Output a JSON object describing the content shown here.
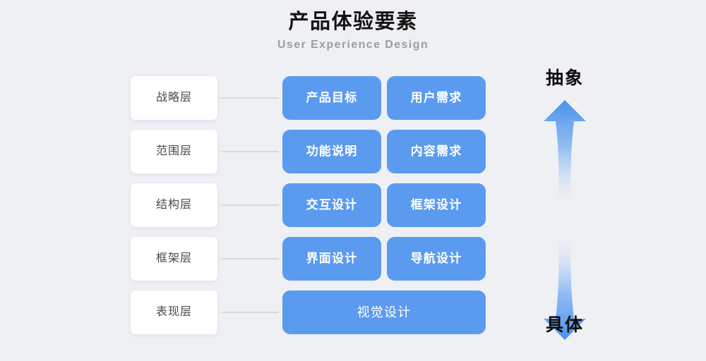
{
  "header": {
    "title": "产品体验要素",
    "subtitle": "User Experience Design"
  },
  "colors": {
    "background": "#eef0f4",
    "card_blue": "#5b9bef",
    "label_card": "#ffffff",
    "label_text": "#4a4a4d",
    "connector": "#d6d9de",
    "title_text": "#141414",
    "subtitle_text": "#9b9da2",
    "axis_text": "#0d0d0d"
  },
  "diagram": {
    "rows": [
      {
        "layer": "战略层",
        "cards": [
          "产品目标",
          "用户需求"
        ]
      },
      {
        "layer": "范围层",
        "cards": [
          "功能说明",
          "内容需求"
        ]
      },
      {
        "layer": "结构层",
        "cards": [
          "交互设计",
          "框架设计"
        ]
      },
      {
        "layer": "框架层",
        "cards": [
          "界面设计",
          "导航设计"
        ]
      },
      {
        "layer": "表现层",
        "cards": [
          "视觉设计"
        ]
      }
    ]
  },
  "axis": {
    "top_label": "抽象",
    "bottom_label": "具体",
    "up_arrow_icon": "arrow-up-icon",
    "down_arrow_icon": "arrow-down-icon"
  }
}
